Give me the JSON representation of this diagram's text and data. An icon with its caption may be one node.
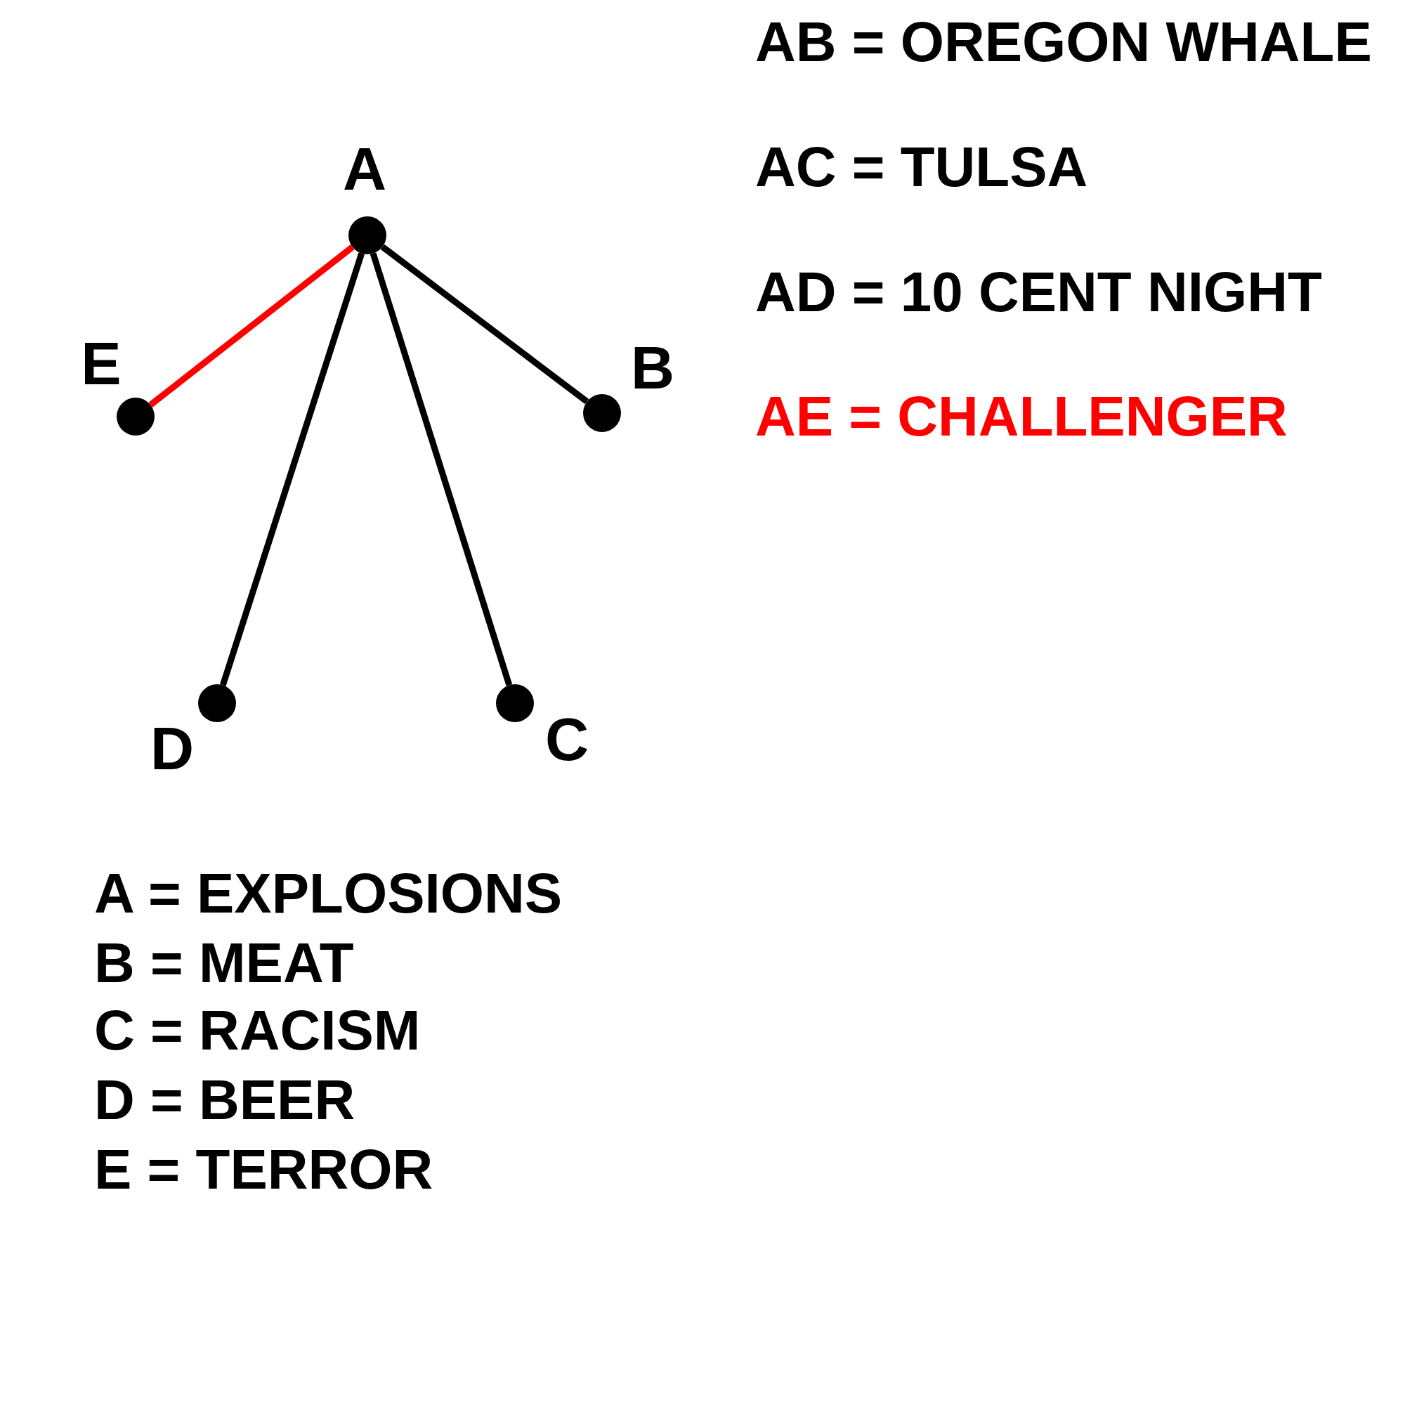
{
  "diagram": {
    "nodes": [
      {
        "text": [],
        "shape": "circle",
        "beside": [
          "A"
        ]
      },
      {
        "text": [],
        "shape": "circle",
        "beside": [
          "B"
        ]
      },
      {
        "text": [],
        "shape": "circle",
        "beside": [
          "C"
        ]
      },
      {
        "text": [],
        "shape": "circle",
        "beside": [
          "D"
        ]
      },
      {
        "text": [],
        "shape": "circle",
        "beside": [
          "E"
        ]
      }
    ],
    "edges": [
      {
        "from": 0,
        "to": 1,
        "arrow": "none"
      },
      {
        "from": 0,
        "to": 2,
        "arrow": "none"
      },
      {
        "from": 0,
        "to": 3,
        "arrow": "none"
      },
      {
        "from": 0,
        "to": 4,
        "arrow": "none",
        "color": "#ff0000"
      }
    ],
    "labels": [
      "AB = OREGON WHALE",
      "AC = TULSA",
      "AD = 10 CENT NIGHT",
      "AE = CHALLENGER",
      "A = EXPLOSIONS",
      "B = MEAT",
      "C = RACISM",
      "D = BEER",
      "E = TERROR"
    ]
  }
}
